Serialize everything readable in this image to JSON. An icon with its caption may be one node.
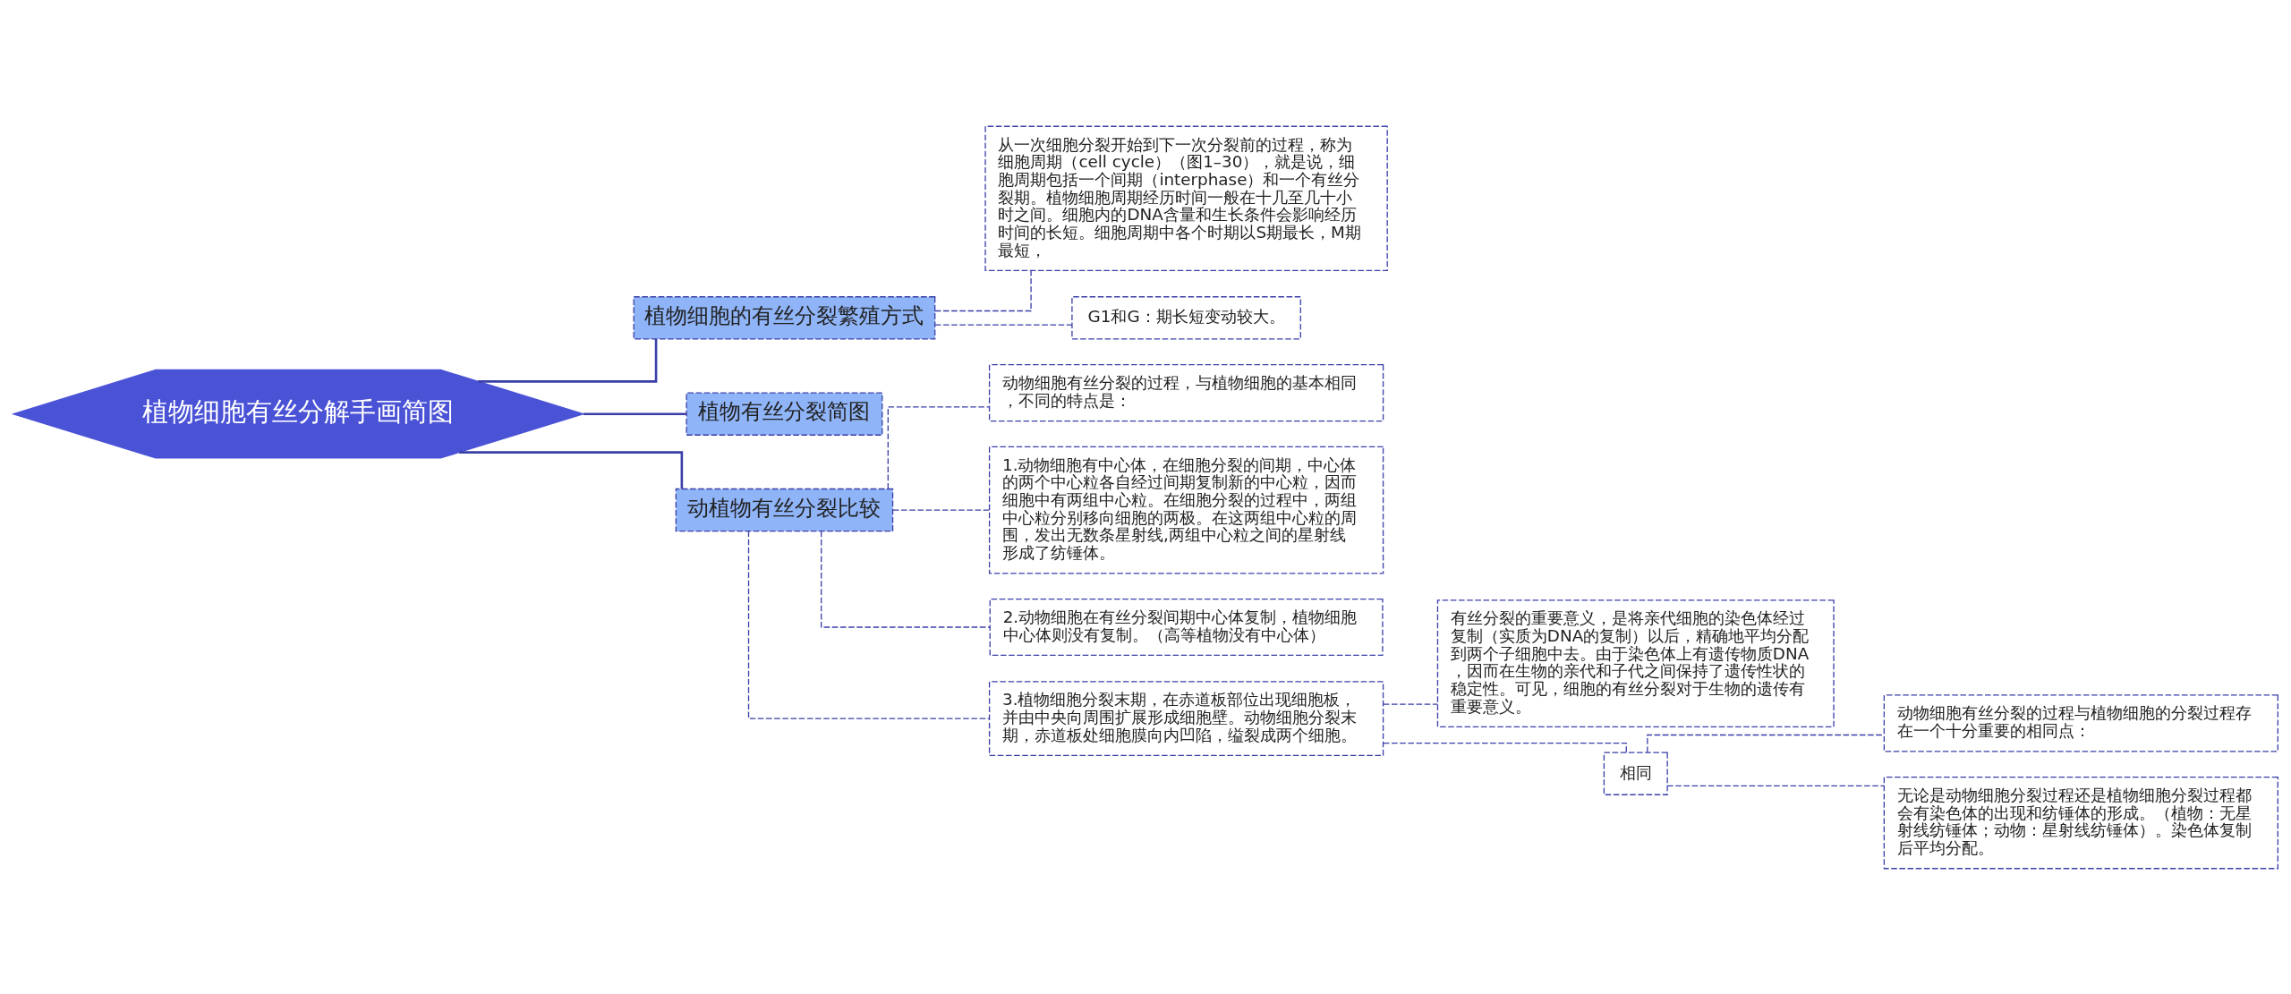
{
  "diagram": {
    "nodes": [
      {
        "text": [
          "植物细胞有丝分解手画简图"
        ]
      },
      {
        "text": [
          "植物细胞的有丝分裂繁殖方式"
        ]
      },
      {
        "text": [
          "从一次细胞分裂开始到下一次分裂前的过程，称为细胞周期（cell cycle）（图1–30），就是说，细胞周期包括一个间期（interphase）和一个有丝分裂期。植物细胞周期经历时间一般在十几至几十小时之间。细胞内的DNA含量和生长条件会影响经历时间的长短。细胞周期中各个时期以S期最长，M期最短，"
        ]
      },
      {
        "text": [
          "G1和G：期长短变动较大。"
        ]
      },
      {
        "text": [
          "植物有丝分裂简图"
        ]
      },
      {
        "text": [
          "动植物有丝分裂比较"
        ]
      },
      {
        "text": [
          "动物细胞有丝分裂的过程，与植物细胞的基本相同，不同的特点是："
        ]
      },
      {
        "text": [
          "1.动物细胞有中心体，在细胞分裂的间期，中心体的两个中心粒各自经过间期复制新的中心粒，因而细胞中有两组中心粒。在细胞分裂的过程中，两组中心粒分别移向细胞的两极。在这两组中心粒的周围，发出无数条星射线,两组中心粒之间的星射线形成了纺锤体。"
        ]
      },
      {
        "text": [
          "2.动物细胞在有丝分裂间期中心体复制，植物细胞中心体则没有复制。（高等植物没有中心体）"
        ]
      },
      {
        "text": [
          "3.植物细胞分裂末期，在赤道板部位出现细胞板，并由中央向周围扩展形成细胞壁。动物细胞分裂末期，赤道板处细胞膜向内凹陷，缢裂成两个细胞。"
        ]
      },
      {
        "text": [
          "有丝分裂的重要意义，是将亲代细胞的染色体经过复制（实质为DNA的复制）以后，精确地平均分配到两个子细胞中去。由于染色体上有遗传物质DNA，因而在生物的亲代和子代之间保持了遗传性状的稳定性。可见，细胞的有丝分裂对于生物的遗传有重要意义。"
        ]
      },
      {
        "text": [
          "相同"
        ]
      },
      {
        "text": [
          "动物细胞有丝分裂的过程与植物细胞的分裂过程存在一个十分重要的相同点："
        ]
      },
      {
        "text": [
          "无论是动物细胞分裂过程还是植物细胞分裂过程都会有染色体的出现和纺锤体的形成。（植物：无星射线纺锤体；动物：星射线纺锤体）。染色体复制后平均分配。"
        ]
      }
    ],
    "edges": [
      {
        "from": 0,
        "to": 1,
        "arrow": "none"
      },
      {
        "from": 1,
        "to": 2,
        "arrow": "none",
        "style": "dashed"
      },
      {
        "from": 1,
        "to": 3,
        "arrow": "none",
        "style": "dashed"
      },
      {
        "from": 0,
        "to": 4,
        "arrow": "none"
      },
      {
        "from": 0,
        "to": 5,
        "arrow": "none"
      },
      {
        "from": 5,
        "to": 6,
        "arrow": "none",
        "style": "dashed"
      },
      {
        "from": 5,
        "to": 7,
        "arrow": "none",
        "style": "dashed"
      },
      {
        "from": 5,
        "to": 8,
        "arrow": "none",
        "style": "dashed"
      },
      {
        "from": 5,
        "to": 9,
        "arrow": "none",
        "style": "dashed"
      },
      {
        "from": 9,
        "to": 10,
        "arrow": "none",
        "style": "dashed"
      },
      {
        "from": 9,
        "to": 11,
        "arrow": "none",
        "style": "dashed"
      },
      {
        "from": 11,
        "to": 12,
        "arrow": "none",
        "style": "dashed"
      },
      {
        "from": 11,
        "to": 13,
        "arrow": "none",
        "style": "dashed"
      }
    ]
  }
}
